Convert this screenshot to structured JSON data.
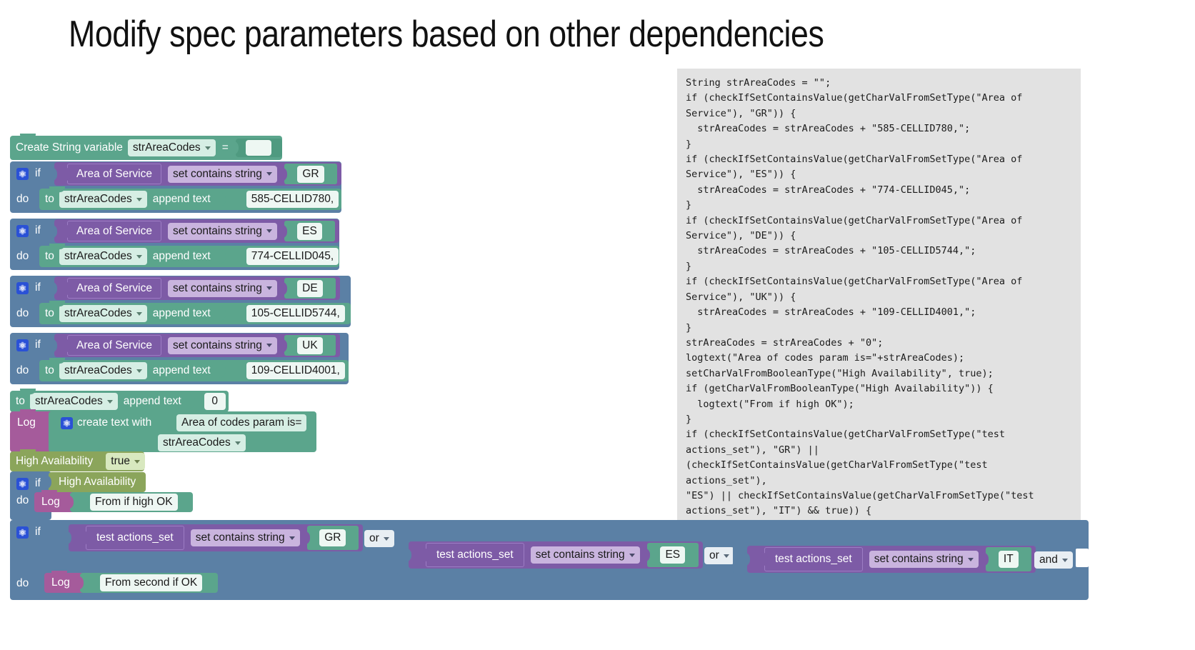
{
  "slide": {
    "title": "Modify spec parameters based on other dependencies"
  },
  "code_panel": {
    "language": "java-like pseudocode",
    "text": "String strAreaCodes = \"\";\nif (checkIfSetContainsValue(getCharValFromSetType(\"Area of\nService\"), \"GR\")) {\n  strAreaCodes = strAreaCodes + \"585-CELLID780,\";\n}\nif (checkIfSetContainsValue(getCharValFromSetType(\"Area of\nService\"), \"ES\")) {\n  strAreaCodes = strAreaCodes + \"774-CELLID045,\";\n}\nif (checkIfSetContainsValue(getCharValFromSetType(\"Area of\nService\"), \"DE\")) {\n  strAreaCodes = strAreaCodes + \"105-CELLID5744,\";\n}\nif (checkIfSetContainsValue(getCharValFromSetType(\"Area of\nService\"), \"UK\")) {\n  strAreaCodes = strAreaCodes + \"109-CELLID4001,\";\n}\nstrAreaCodes = strAreaCodes + \"0\";\nlogtext(\"Area of codes param is=\"+strAreaCodes);\nsetCharValFromBooleanType(\"High Availability\", true);\nif (getCharValFromBooleanType(\"High Availability\")) {\n  logtext(\"From if high OK\");\n}\nif (checkIfSetContainsValue(getCharValFromSetType(\"test\nactions_set\"), \"GR\") ||\n(checkIfSetContainsValue(getCharValFromSetType(\"test actions_set\"),\n\"ES\") || checkIfSetContainsValue(getCharValFromSetType(\"test\nactions_set\"), \"IT\") && true)) {\n  logtext(\"From second if OK\");\n}"
  },
  "workspace": {
    "create_var_block": {
      "label": "Create String variable",
      "variable": "strAreaCodes",
      "equals": "=",
      "value": ""
    },
    "if_blocks": [
      {
        "if_label": "if",
        "do_label": "do",
        "condition": {
          "left": "Area of Service",
          "operator": "set contains string",
          "right": "GR"
        },
        "action": {
          "to_label": "to",
          "variable": "strAreaCodes",
          "append_label": "append text",
          "text": "585-CELLID780,"
        }
      },
      {
        "if_label": "if",
        "do_label": "do",
        "condition": {
          "left": "Area of Service",
          "operator": "set contains string",
          "right": "ES"
        },
        "action": {
          "to_label": "to",
          "variable": "strAreaCodes",
          "append_label": "append text",
          "text": "774-CELLID045,"
        }
      },
      {
        "if_label": "if",
        "do_label": "do",
        "condition": {
          "left": "Area of Service",
          "operator": "set contains string",
          "right": "DE"
        },
        "action": {
          "to_label": "to",
          "variable": "strAreaCodes",
          "append_label": "append text",
          "text": "105-CELLID5744,"
        }
      },
      {
        "if_label": "if",
        "do_label": "do",
        "condition": {
          "left": "Area of Service",
          "operator": "set contains string",
          "right": "UK"
        },
        "action": {
          "to_label": "to",
          "variable": "strAreaCodes",
          "append_label": "append text",
          "text": "109-CELLID4001,"
        }
      }
    ],
    "append_zero_block": {
      "to_label": "to",
      "variable": "strAreaCodes",
      "append_label": "append text",
      "text": "0"
    },
    "log_block": {
      "log_label": "Log",
      "create_text_label": "create text with",
      "text_item": "Area of codes param is=",
      "var_item": "strAreaCodes"
    },
    "set_high_availability": {
      "label": "High Availability",
      "value": "true"
    },
    "if_high_availability": {
      "if_label": "if",
      "do_label": "do",
      "condition": "High Availability",
      "log_label": "Log",
      "log_text": "From if high OK"
    },
    "if_second": {
      "if_label": "if",
      "do_label": "do",
      "conditions": [
        {
          "left": "test actions_set",
          "operator": "set contains string",
          "right": "GR"
        },
        {
          "left": "test actions_set",
          "operator": "set contains string",
          "right": "ES"
        },
        {
          "left": "test actions_set",
          "operator": "set contains string",
          "right": "IT"
        }
      ],
      "joins": [
        "or",
        "or",
        "and"
      ],
      "log_label": "Log",
      "log_text": "From second if OK"
    }
  },
  "colors": {
    "variable_green": "#5BA58C",
    "control_blue": "#5b80a5",
    "logic_purple": "#7D5BA6",
    "text_magenta": "#a55b9b",
    "set_olive": "#8ba55b",
    "code_bg": "#e2e2e2",
    "gear_blue": "#2a51d6"
  }
}
